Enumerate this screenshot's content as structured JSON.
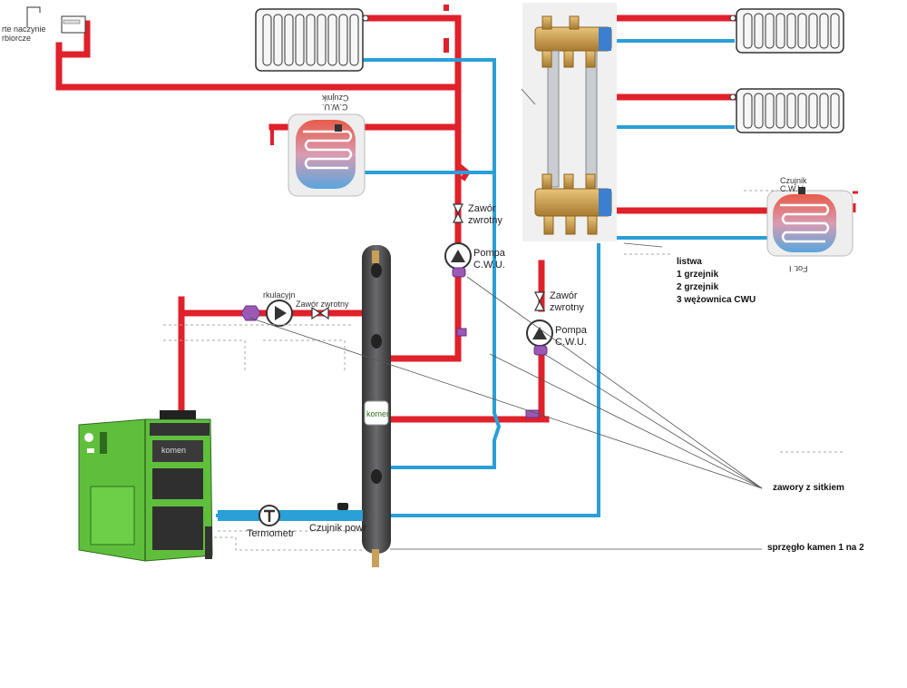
{
  "labels": {
    "expansion_vessel": "rte naczynie",
    "expansion_vessel_2": "rbiorcze",
    "sensor_cwu_top": "Czujnik",
    "sensor_cwu_top_2": "C.W.U.",
    "check_valve_1": "Zawór",
    "check_valve_1b": "zwrotny",
    "pump_cwu_1": "Pompa",
    "pump_cwu_1b": "C.W.U.",
    "check_valve_2": "Zawór",
    "check_valve_2b": "zwrotny",
    "pump_cwu_2": "Pompa",
    "pump_cwu_2b": "C.W.U.",
    "circulation_pump": "rkulacyjn",
    "boiler_check_valve": "Zawór zwrotny",
    "thermometer": "Termometr",
    "power_sensor": "Czujnik powr",
    "sensor_cwu_right": "Czujnik",
    "sensor_cwu_right_2": "C.W.U.",
    "fot": "Fot. I",
    "coupler_brand": "komen",
    "boiler_brand": "komen"
  },
  "legend": {
    "title": "listwa",
    "items": [
      "1 grzejnik",
      "2 grzejnik",
      "3 wężownica CWU"
    ]
  },
  "notes": {
    "valves": "zawory z sitkiem",
    "coupler": "sprzęgło kamen 1 na 2"
  },
  "colors": {
    "supply": "#e0202a",
    "return": "#2a9fd8",
    "boiler": "#5fbf3c",
    "coupler": "#4a4a4c",
    "manifold": "#c8a05a",
    "valve": "#9b59b6"
  }
}
